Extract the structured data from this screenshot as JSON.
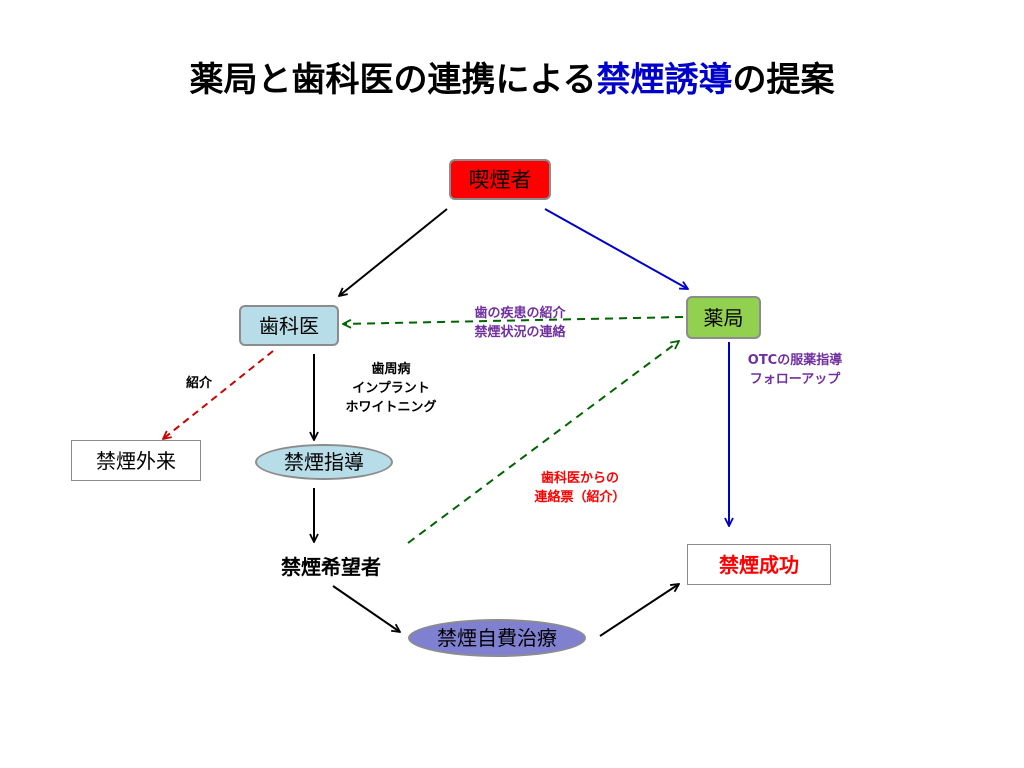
{
  "title": {
    "prefix": "薬局と歯科医の連携による",
    "highlight": "禁煙誘導",
    "suffix": "の提案"
  },
  "nodes": {
    "smoker": "喫煙者",
    "dentist": "歯科医",
    "pharmacy": "薬局",
    "clinic": "禁煙外来",
    "guidance": "禁煙指導",
    "applicant": "禁煙希望者",
    "treatment": "禁煙自費治療",
    "success": "禁煙成功"
  },
  "labels": {
    "intro": "紹介",
    "dental_info": [
      "歯の疾患の紹介",
      "禁煙状況の連絡"
    ],
    "dental_treatments": [
      "歯周病",
      "インプラント",
      "ホワイトニング"
    ],
    "otc": [
      "OTCの服薬指導",
      "フォローアップ"
    ],
    "referral_slip": [
      "歯科医からの",
      "連絡票（紹介）"
    ]
  },
  "colors": {
    "smoker_fill": "#ff0000",
    "dentist_fill": "#b7dde8",
    "pharmacy_fill": "#92d050",
    "guidance_fill": "#b7dde8",
    "treatment_fill": "#8080d0",
    "success_text": "#ff0000",
    "title_accent": "#0000cc",
    "arrow_black": "#000000",
    "arrow_blue": "#0000cc",
    "arrow_green_dashed": "#006400",
    "arrow_red_dashed": "#cc0000",
    "label_purple": "#7030a0"
  }
}
